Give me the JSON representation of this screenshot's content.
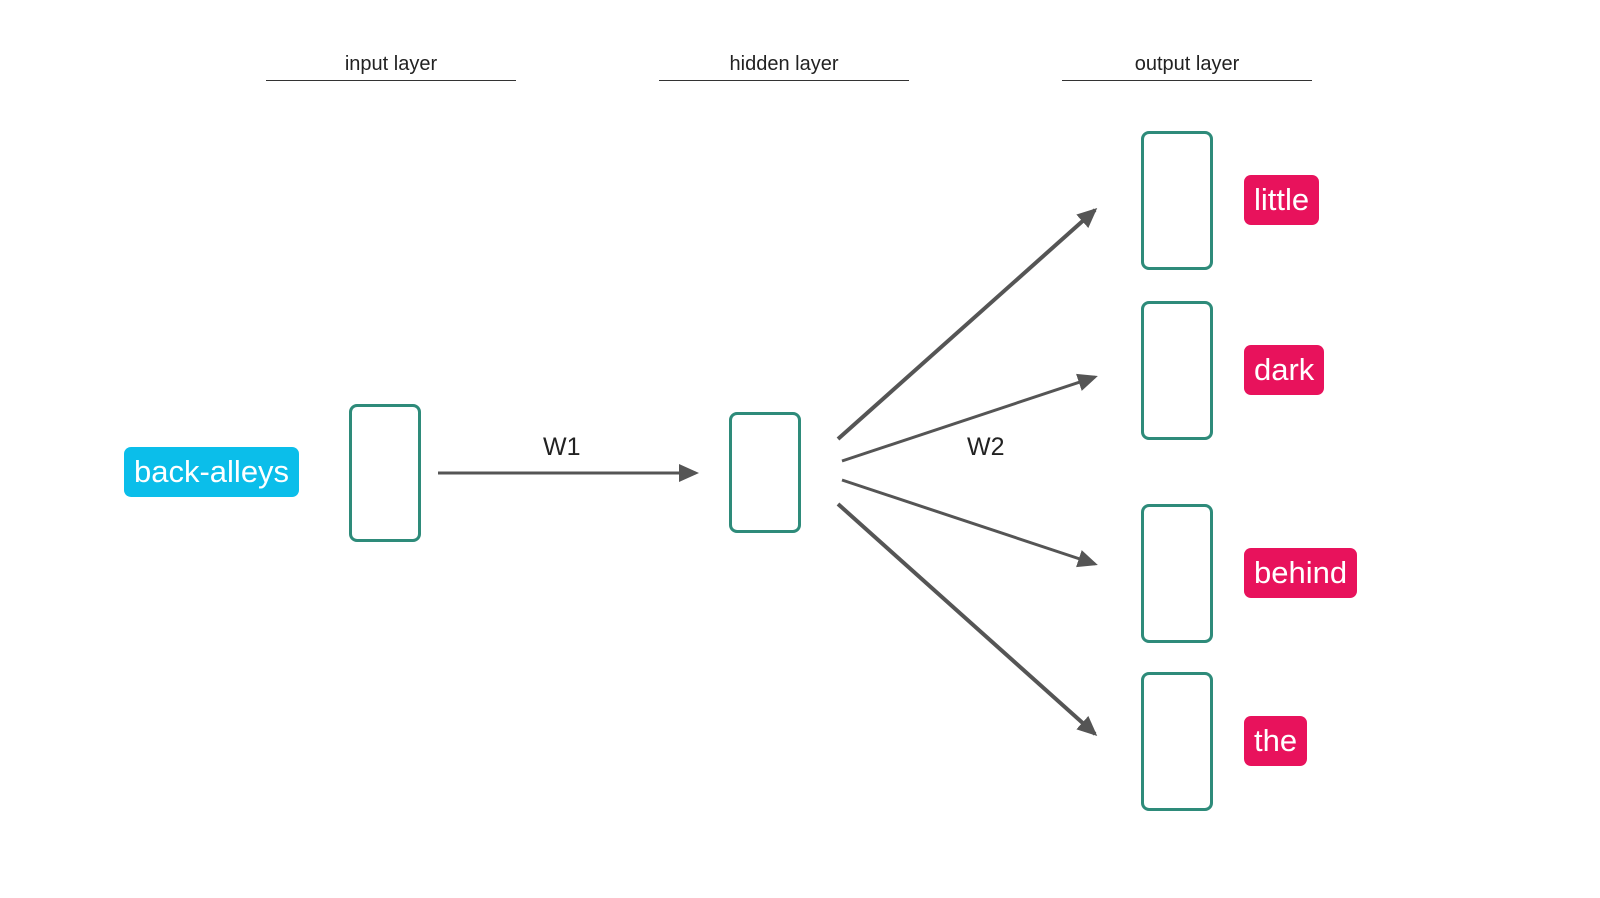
{
  "headers": {
    "input": "input layer",
    "hidden": "hidden layer",
    "output": "output layer"
  },
  "input_word": "back-alleys",
  "weights": {
    "w1": "W1",
    "w2": "W2"
  },
  "output_words": [
    "little",
    "dark",
    "behind",
    "the"
  ],
  "colors": {
    "input_word_bg": "#0BBEEA",
    "output_word_bg": "#E8125C",
    "node_border": "#2E8B7A",
    "arrow": "#555555",
    "header_text": "#222222"
  }
}
